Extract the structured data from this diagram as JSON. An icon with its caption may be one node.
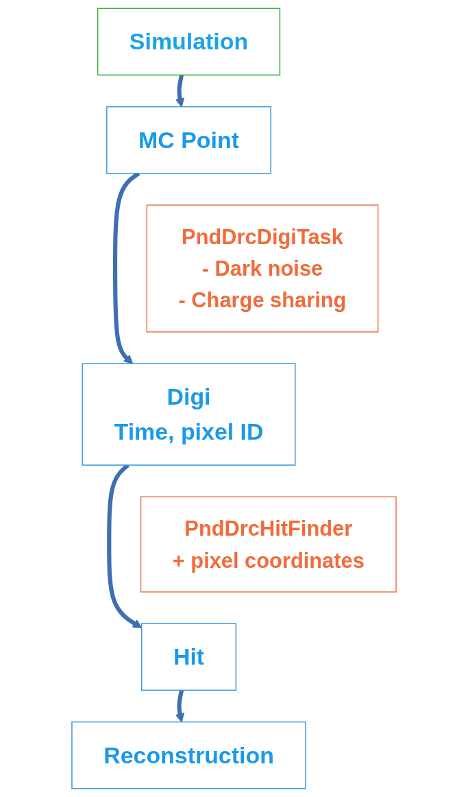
{
  "diagram": {
    "nodes": [
      {
        "text": [
          "Simulation"
        ]
      },
      {
        "text": [
          "MC Point"
        ]
      },
      {
        "text": [
          "PndDrcDigiTask",
          "- Dark noise",
          "- Charge sharing"
        ]
      },
      {
        "text": [
          "Digi",
          "Time, pixel ID"
        ]
      },
      {
        "text": [
          "PndDrcHitFinder",
          "+ pixel coordinates"
        ]
      },
      {
        "text": [
          "Hit"
        ]
      },
      {
        "text": [
          "Reconstruction"
        ]
      }
    ],
    "edges": [
      {
        "from": 0,
        "to": 1,
        "arrow": "to"
      },
      {
        "from": 1,
        "to": 3,
        "arrow": "to"
      },
      {
        "from": 3,
        "to": 5,
        "arrow": "to"
      },
      {
        "from": 5,
        "to": 6,
        "arrow": "to"
      }
    ]
  }
}
